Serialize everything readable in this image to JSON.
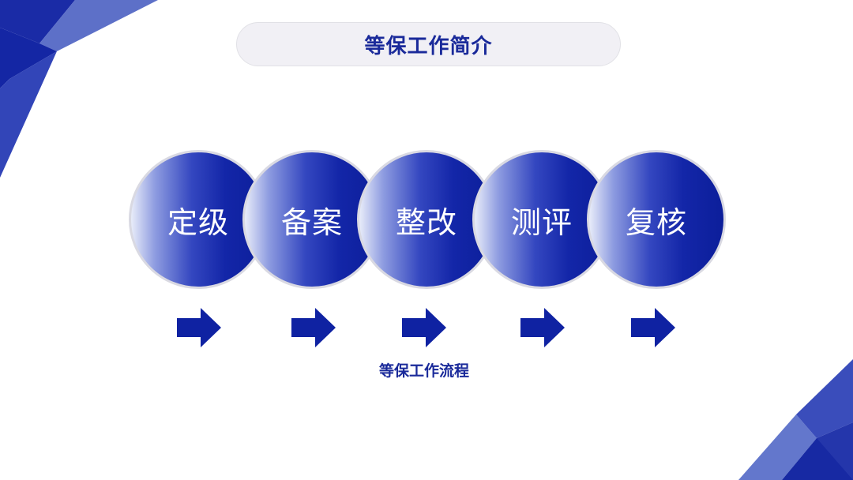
{
  "header": {
    "title": "等保工作简介"
  },
  "process": {
    "steps": [
      {
        "label": "定级"
      },
      {
        "label": "备案"
      },
      {
        "label": "整改"
      },
      {
        "label": "测评"
      },
      {
        "label": "复核"
      }
    ],
    "caption": "等保工作流程"
  },
  "colors": {
    "accent": "#1326a8",
    "title_text": "#1a2a9a",
    "pill_bg": "#f1f0f5"
  }
}
